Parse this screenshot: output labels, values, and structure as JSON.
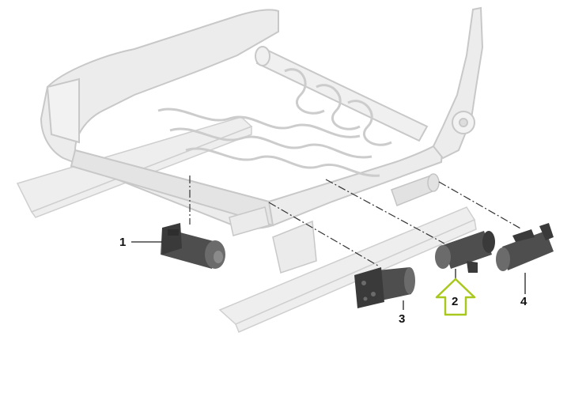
{
  "diagram": {
    "callouts": [
      {
        "id": "1",
        "label": "1"
      },
      {
        "id": "2",
        "label": "2"
      },
      {
        "id": "3",
        "label": "3"
      },
      {
        "id": "4",
        "label": "4"
      }
    ],
    "highlighted_part": "2",
    "colors": {
      "frame": "#e9e9e9",
      "frame_stroke": "#c9c9c9",
      "motor": "#4a4a4a",
      "motor_light": "#6e6e6e",
      "highlight_arrow_fill": "#ffffff",
      "highlight_arrow_stroke": "#a8c81e",
      "leader_line": "#333333"
    }
  }
}
